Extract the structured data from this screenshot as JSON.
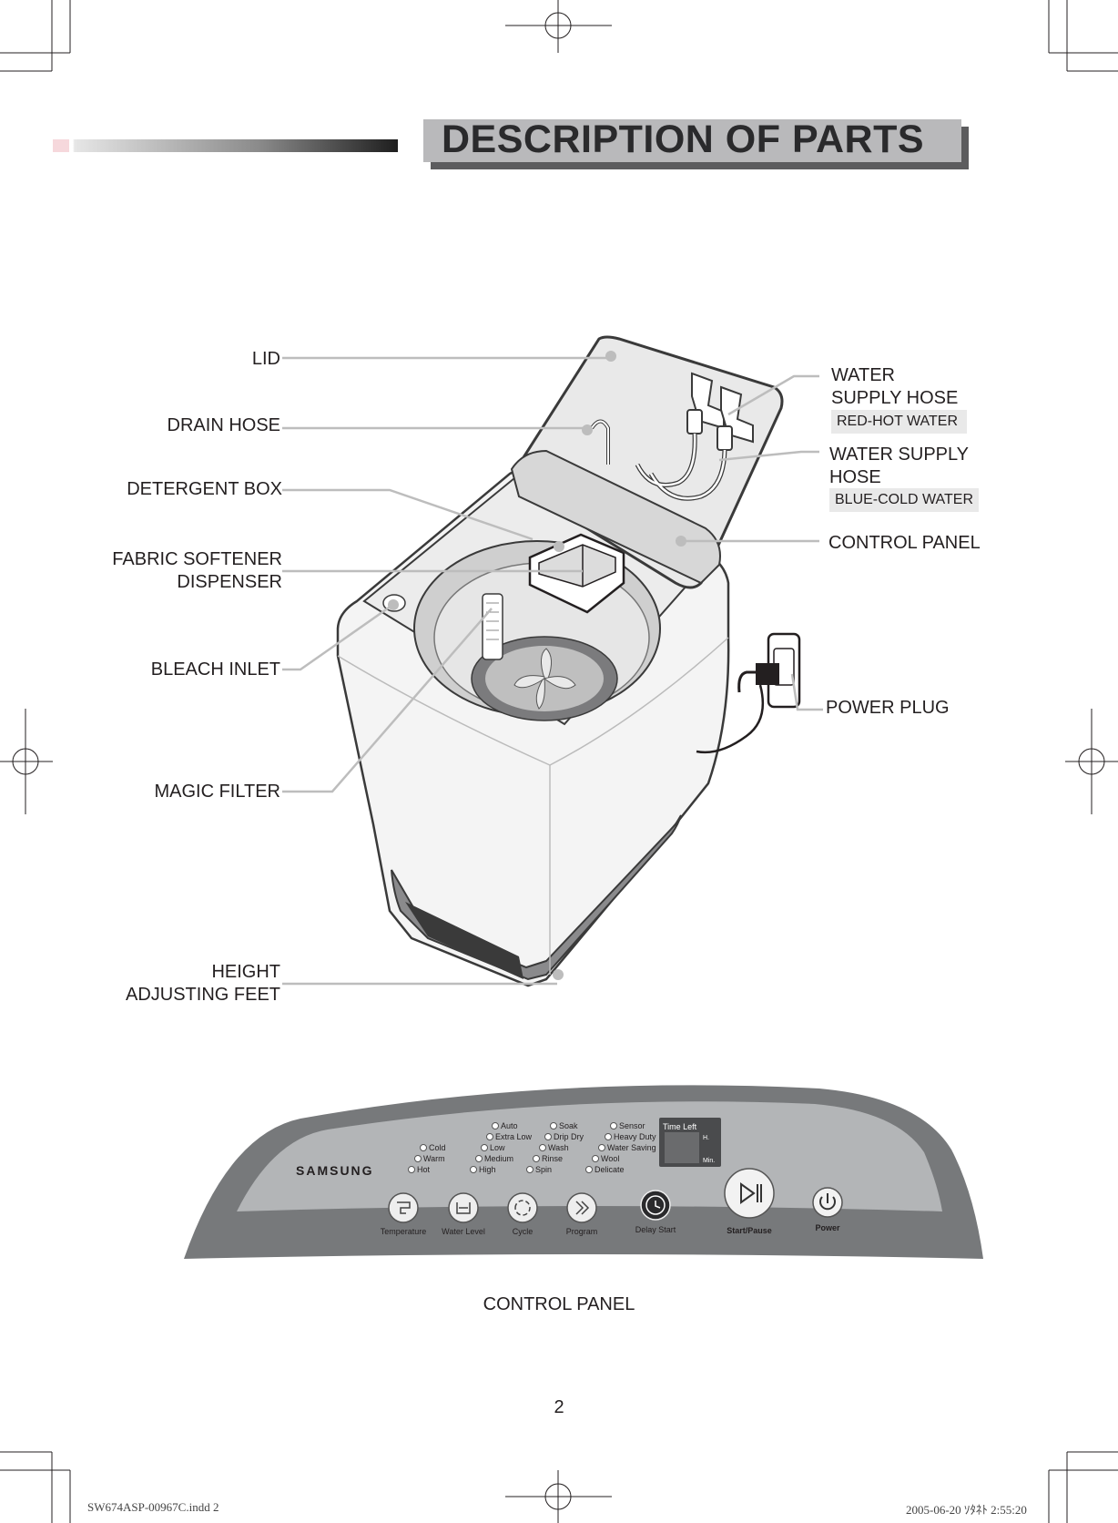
{
  "header": {
    "title": "DESCRIPTION OF PARTS"
  },
  "left_labels": {
    "lid": "LID",
    "drain_hose": "DRAIN HOSE",
    "detergent_box": "DETERGENT BOX",
    "fabric_softener_1": "FABRIC SOFTENER",
    "fabric_softener_2": "DISPENSER",
    "bleach_inlet": "BLEACH INLET",
    "magic_filter": "MAGIC FILTER",
    "height_feet_1": "HEIGHT",
    "height_feet_2": "ADJUSTING FEET"
  },
  "right_labels": {
    "hot_hose_1": "WATER",
    "hot_hose_2": "SUPPLY HOSE",
    "hot_hose_tag": "RED-HOT WATER",
    "cold_hose_1": "WATER SUPPLY",
    "cold_hose_2": "HOSE",
    "cold_hose_tag": "BLUE-COLD WATER",
    "control_panel": "CONTROL PANEL",
    "power_plug": "POWER PLUG"
  },
  "control_panel": {
    "brand": "SAMSUNG",
    "temperature_options": [
      "Cold",
      "Warm",
      "Hot"
    ],
    "water_level_options": [
      "Auto",
      "Extra Low",
      "Low",
      "Medium",
      "High"
    ],
    "cycle_options": [
      "Soak",
      "Drip Dry",
      "Wash",
      "Rinse",
      "Spin"
    ],
    "program_options": [
      "Sensor",
      "Heavy Duty",
      "Water Saving",
      "Wool",
      "Delicate"
    ],
    "display": {
      "title": "Time Left",
      "hours": "H.",
      "minutes": "Min."
    },
    "buttons": {
      "temperature": "Temperature",
      "water_level": "Water Level",
      "cycle": "Cycle",
      "program": "Program",
      "delay_start": "Delay Start",
      "start_pause": "Start/Pause",
      "power": "Power"
    },
    "caption": "CONTROL PANEL"
  },
  "page_number": "2",
  "footer": {
    "file": "SW674ASP-00967C.indd   2",
    "timestamp": "2005-06-20   ｿﾀﾈﾄ 2:55:20"
  },
  "colors": {
    "panel_dark": "#77797b",
    "panel_light": "#b3b5b7",
    "label_tag": "#e9e9e9",
    "leader_line": "#bdbdbd",
    "title_box": "#b9b9bb",
    "title_shadow": "#5c5c5e"
  }
}
